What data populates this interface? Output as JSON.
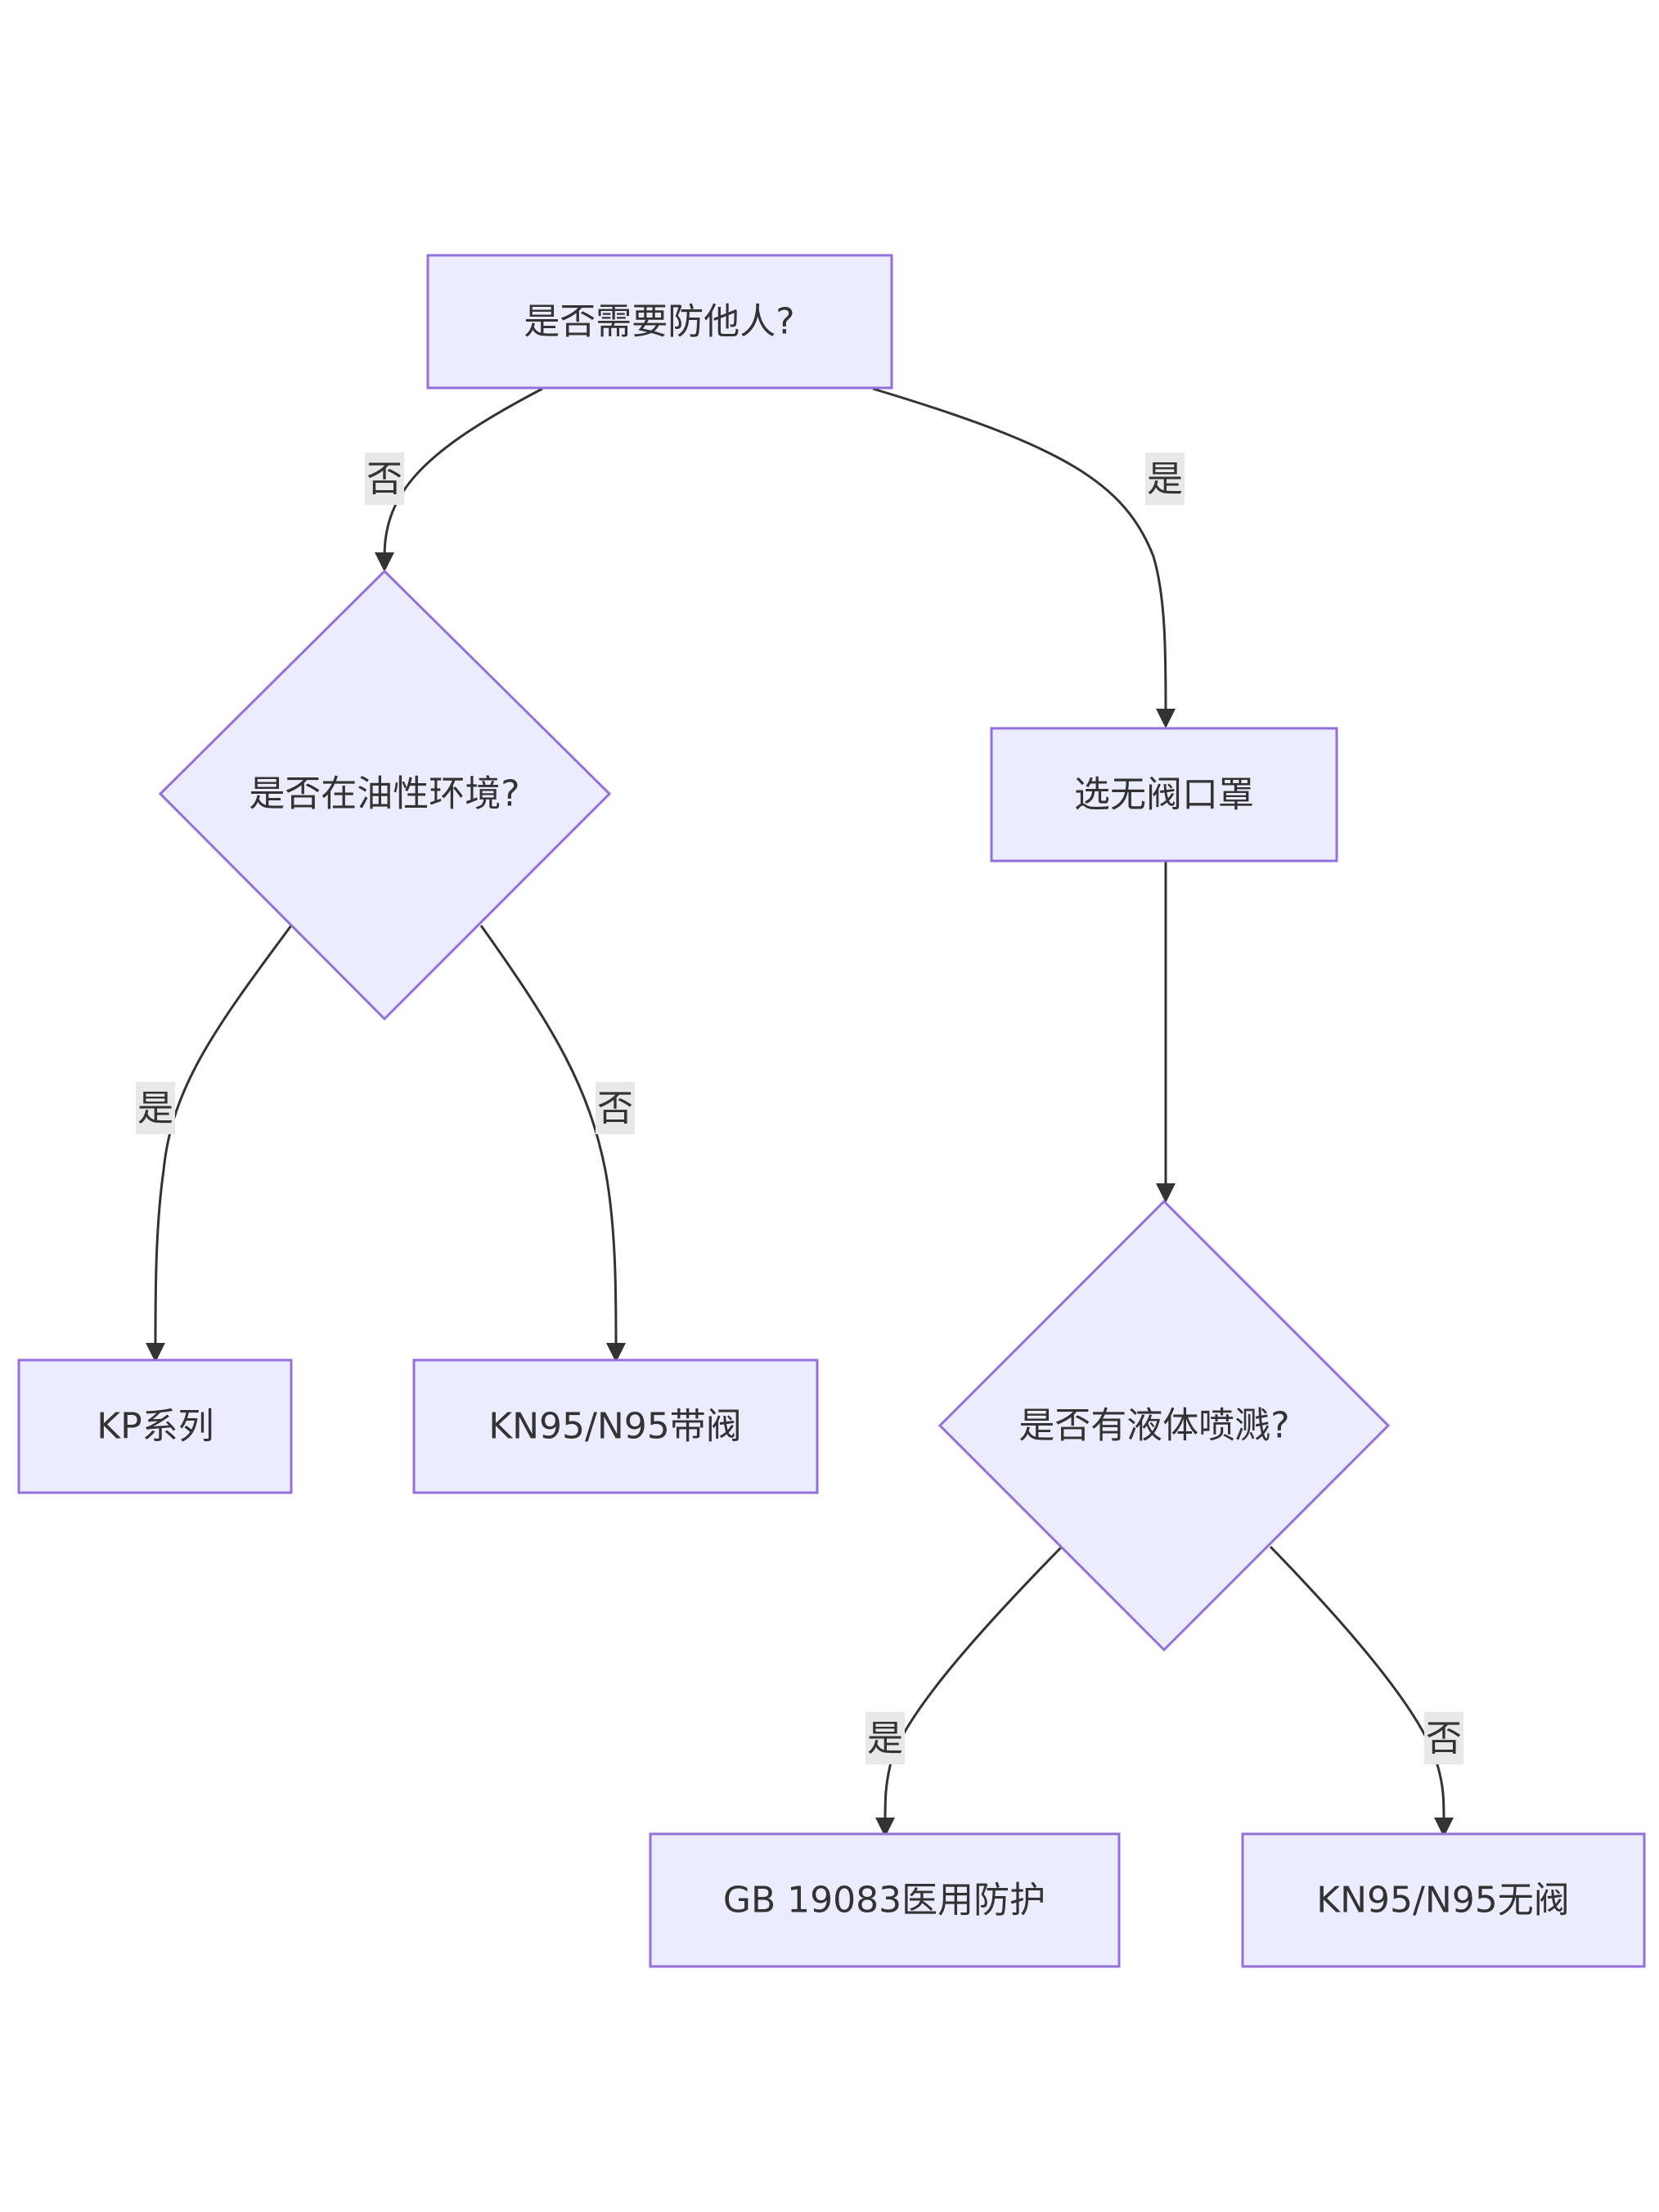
{
  "colors": {
    "node_fill": "#ececff",
    "node_stroke": "#9370db",
    "edge": "#333333",
    "label_bg": "#e8e8e8",
    "text": "#333333"
  },
  "nodes": {
    "start": "是否需要防他人?",
    "oily": "是否在油性环境?",
    "no_valve": "选无阀口罩",
    "kp": "KP系列",
    "kn95_valve": "KN95/N95带阀",
    "splash": "是否有液体喷溅?",
    "gb": "GB 19083医用防护",
    "kn95_novalve": "KN95/N95无阀"
  },
  "edges": {
    "start_to_oily": "否",
    "start_to_novalve": "是",
    "oily_to_kp": "是",
    "oily_to_kn95valve": "否",
    "splash_to_gb": "是",
    "splash_to_kn95novalve": "否"
  }
}
